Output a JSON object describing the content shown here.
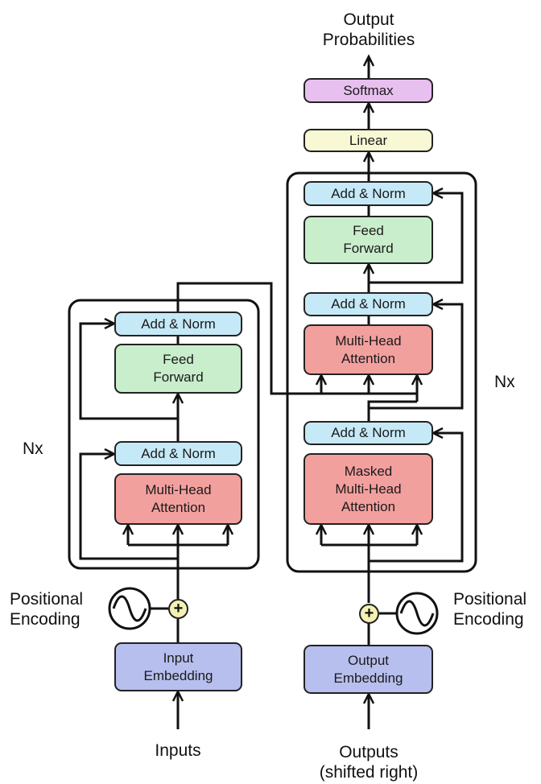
{
  "encoder": {
    "add_norm_top": "Add & Norm",
    "feed_forward": "Feed\nForward",
    "add_norm_bottom": "Add & Norm",
    "multi_head_attention": "Multi-Head\nAttention",
    "nx_label": "Nx",
    "input_embedding": "Input\nEmbedding",
    "positional_encoding": "Positional\nEncoding",
    "inputs_label": "Inputs",
    "plus_symbol": "+"
  },
  "decoder": {
    "add_norm_top": "Add & Norm",
    "feed_forward": "Feed\nForward",
    "add_norm_middle": "Add & Norm",
    "multi_head_attention": "Multi-Head\nAttention",
    "add_norm_bottom": "Add & Norm",
    "masked_multi_head_attention": "Masked\nMulti-Head\nAttention",
    "nx_label": "Nx",
    "output_embedding": "Output\nEmbedding",
    "positional_encoding": "Positional\nEncoding",
    "outputs_label": "Outputs\n(shifted right)",
    "plus_symbol": "+"
  },
  "head": {
    "linear": "Linear",
    "softmax": "Softmax",
    "output_probabilities": "Output\nProbabilities"
  },
  "colors": {
    "add_norm": "#c6e9f7",
    "feed_forward": "#c9eecb",
    "attention": "#f2a09e",
    "embedding": "#b7bfee",
    "linear": "#f9f8d5",
    "softmax": "#e8c0ef",
    "plus_circle": "#f4f1b3"
  }
}
